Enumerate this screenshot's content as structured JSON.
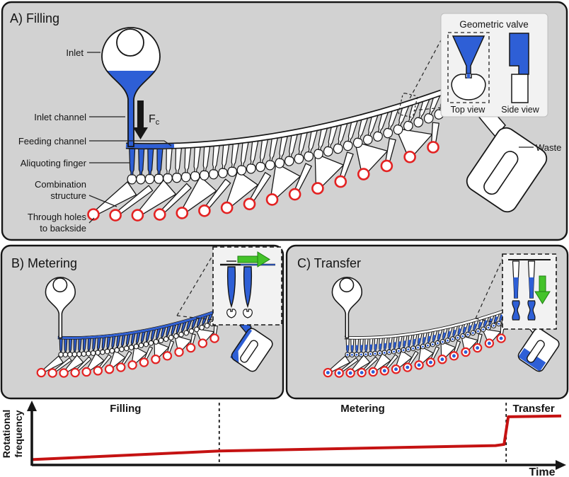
{
  "panel_a": {
    "title": "A) Filling",
    "labels": {
      "inlet": "Inlet",
      "inlet_channel": "Inlet channel",
      "feeding_channel": "Feeding channel",
      "aliquoting_finger": "Aliquoting finger",
      "combination_structure": [
        "Combination",
        "structure"
      ],
      "through_holes": [
        "Through holes",
        "to backside"
      ],
      "centrifugal_force": "F",
      "centrifugal_force_sub": "c",
      "waste": "Waste"
    },
    "inset": {
      "title": "Geometric valve",
      "top_view_caption": "Top view",
      "side_view_caption": "Side view"
    }
  },
  "panel_b": {
    "title": "B) Metering"
  },
  "panel_c": {
    "title": "C) Transfer"
  },
  "chart_data": {
    "type": "line",
    "title": "",
    "xlabel": "Time",
    "ylabel": "Rotational frequency",
    "ylabel_lines": [
      "Rotational",
      "frequency"
    ],
    "x_range_normalized": [
      0,
      1
    ],
    "y_range_normalized": [
      0,
      1
    ],
    "grid": false,
    "tick_labels": "none",
    "series": [
      {
        "name": "Rotational frequency profile",
        "color": "#c51212",
        "x": [
          0.0,
          0.354,
          0.876,
          0.892,
          0.9,
          1.0
        ],
        "y": [
          0.06,
          0.17,
          0.24,
          0.255,
          0.61,
          0.62
        ]
      }
    ],
    "phases": [
      {
        "label": "Filling",
        "x0": 0.0,
        "x1": 0.354
      },
      {
        "label": "Metering",
        "x0": 0.354,
        "x1": 0.896
      },
      {
        "label": "Transfer",
        "x0": 0.896,
        "x1": 1.0
      }
    ]
  },
  "colors": {
    "liquid_blue": "#2e5fd6",
    "hole_red": "#e32222",
    "curve_red": "#c51212",
    "arrow_green": "#44c32a",
    "arrow_green_dark": "#1e7f12",
    "panel_gray": "#d2d2d2",
    "line_black": "#161616",
    "inset_bg": "#f2f2f2"
  }
}
